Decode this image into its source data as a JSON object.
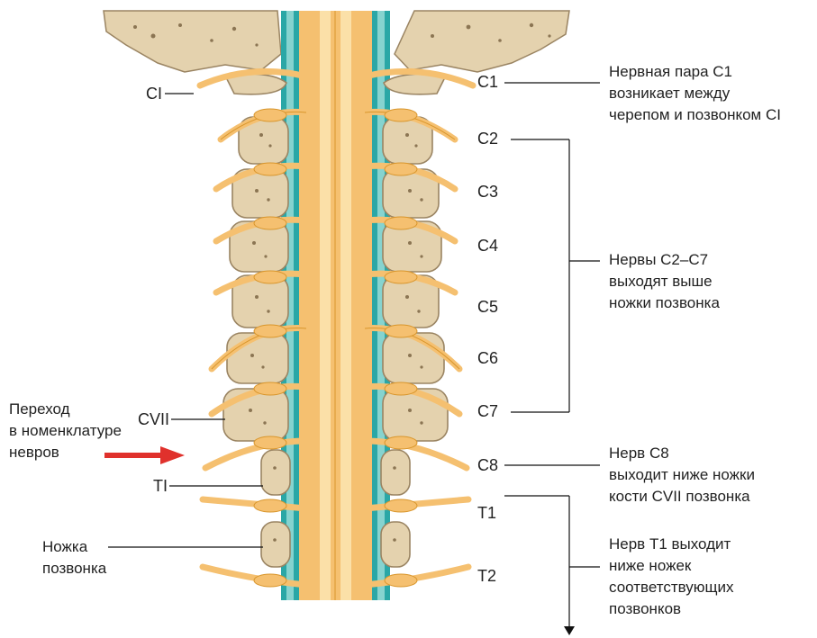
{
  "vertebra_labels_left": {
    "ci": "CI",
    "cvii": "CVII",
    "ti": "TI"
  },
  "nerve_labels_right": {
    "c1": "C1",
    "c2": "C2",
    "c3": "C3",
    "c4": "C4",
    "c5": "C5",
    "c6": "C6",
    "c7": "C7",
    "c8": "C8",
    "t1": "T1",
    "t2": "T2"
  },
  "transition": {
    "line1": "Переход",
    "line2": "в номенклатуре",
    "line3": "невров"
  },
  "pedicle": {
    "line1": "Ножка",
    "line2": "позвонка"
  },
  "note_c1": {
    "line1": "Нервная пара C1",
    "line2": "возникает между",
    "line3": "черепом и позвонком CI"
  },
  "note_c2_c7": {
    "line1": "Нервы C2–C7",
    "line2": "выходят выше",
    "line3": "ножки позвонка"
  },
  "note_c8": {
    "line1": "Нерв C8",
    "line2": "выходит ниже ножки",
    "line3": "кости CVII позвонка"
  },
  "note_t1": {
    "line1": "Нерв T1 выходит",
    "line2": "ниже ножек",
    "line3": "соответствующих",
    "line4": "позвонков"
  },
  "colors": {
    "nerve": "#f5c070",
    "nerve_stroke": "#d9962c",
    "bone": "#e4d2ae",
    "bone_stroke": "#9a8462",
    "canal": "#2aa7a6",
    "arrow": "#e0312c"
  }
}
